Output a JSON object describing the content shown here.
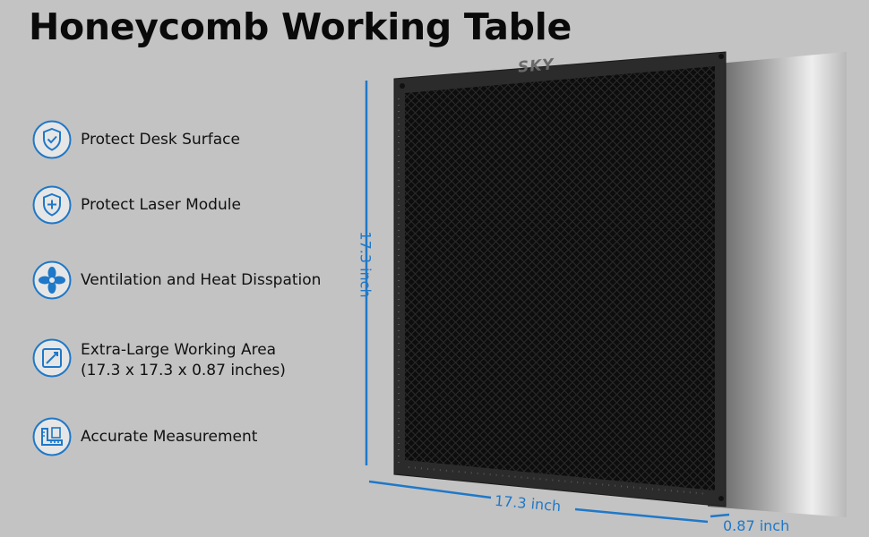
{
  "title": "Honeycomb Working Table",
  "features": [
    {
      "icon": "shield-check-icon",
      "label": "Protect Desk Surface"
    },
    {
      "icon": "shield-plus-icon",
      "label": "Protect Laser Module"
    },
    {
      "icon": "fan-icon",
      "label": "Ventilation and Heat Disspation"
    },
    {
      "icon": "measure-area-icon",
      "label": "Extra-Large Working Area",
      "sublabel": "(17.3 x 17.3 x 0.87 inches)"
    },
    {
      "icon": "ruler-icon",
      "label": "Accurate Measurement"
    }
  ],
  "brand": "SKY",
  "dimensions": {
    "height": "17.3 inch",
    "width": "17.3 inch",
    "depth": "0.87 inch"
  },
  "colors": {
    "accent": "#1f78c8",
    "frame": "#2b2b2b",
    "background": "#c3c3c3"
  }
}
